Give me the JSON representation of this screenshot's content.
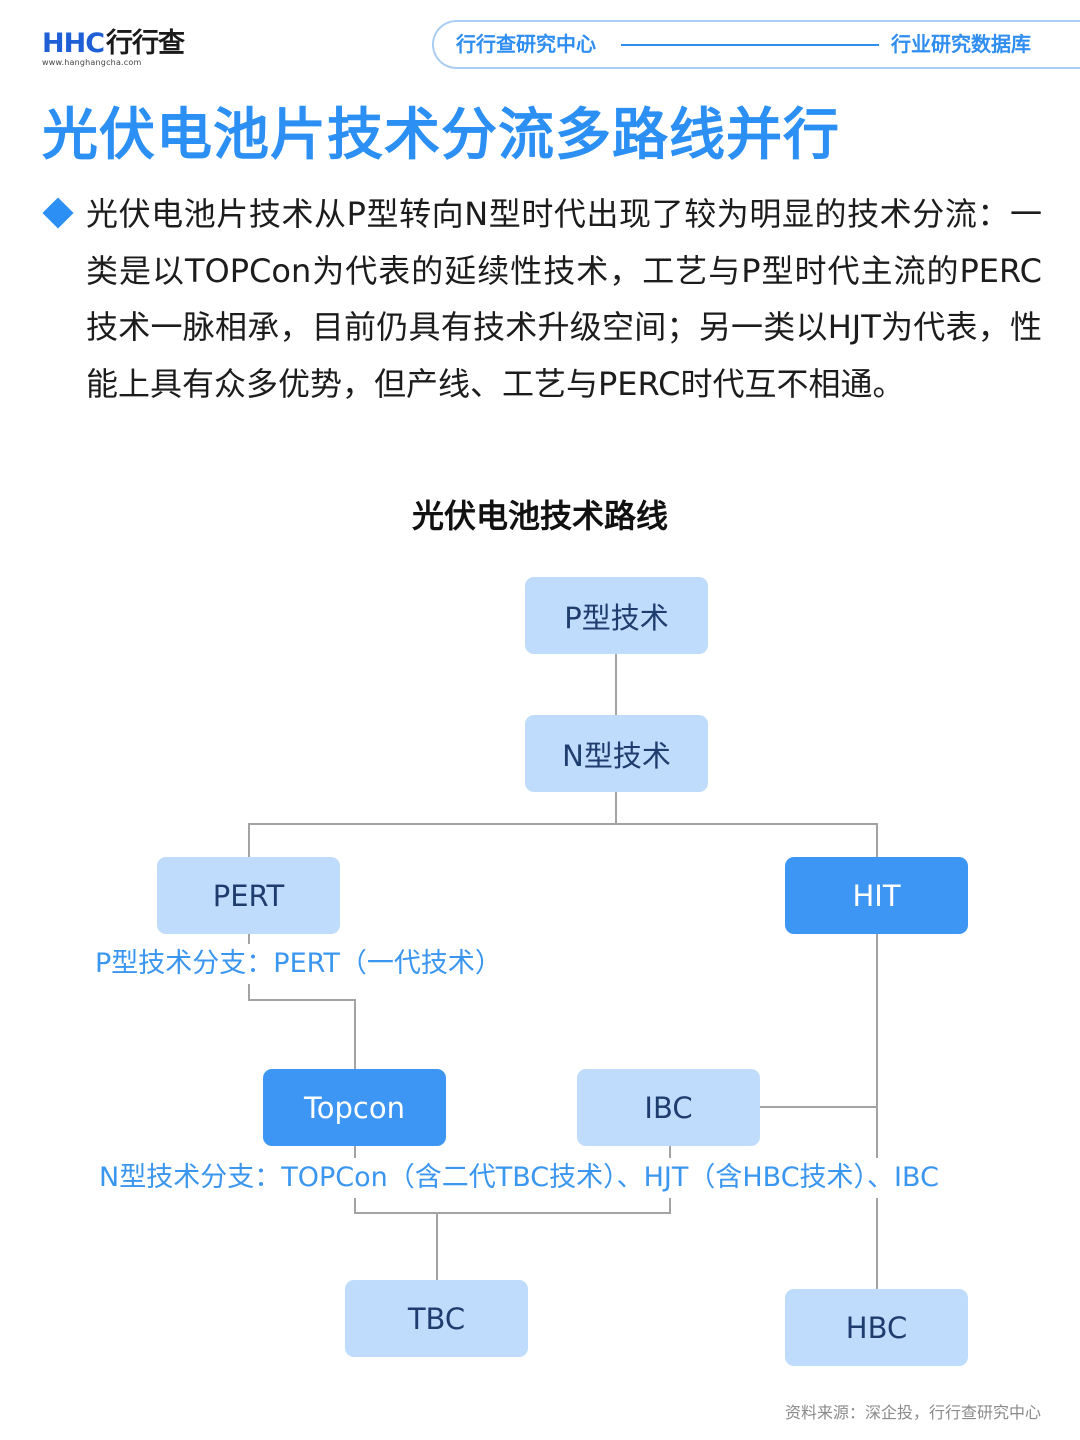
{
  "header": {
    "logo_text": "HHC",
    "logo_cn": "行行查",
    "logo_url": "www.hanghangcha.com",
    "left_label": "行行查研究中心",
    "right_label": "行业研究数据库"
  },
  "title": "光伏电池片技术分流多路线并行",
  "paragraph": "光伏电池片技术从P型转向N型时代出现了较为明显的技术分流：一类是以TOPCon为代表的延续性技术，工艺与P型时代主流的PERC技术一脉相承，目前仍具有技术升级空间；另一类以HJT为代表，性能上具有众多优势，但产线、工艺与PERC时代互不相通。",
  "diagram": {
    "title": "光伏电池技术路线",
    "nodes": {
      "p_type": "P型技术",
      "n_type": "N型技术",
      "pert": "PERT",
      "hit": "HIT",
      "topcon": "Topcon",
      "ibc": "IBC",
      "tbc": "TBC",
      "hbc": "HBC"
    },
    "labels": {
      "p_branch": "P型技术分支：PERT（一代技术）",
      "n_branch": "N型技术分支：TOPCon（含二代TBC技术）、HJT（含HBC技术）、IBC"
    }
  },
  "source": "资料来源：深企投，行行查研究中心",
  "colors": {
    "accent": "#2b8ff3",
    "node_light": "#bfdcfd",
    "node_active": "#3d96f4",
    "connector": "#a3a3a3"
  }
}
